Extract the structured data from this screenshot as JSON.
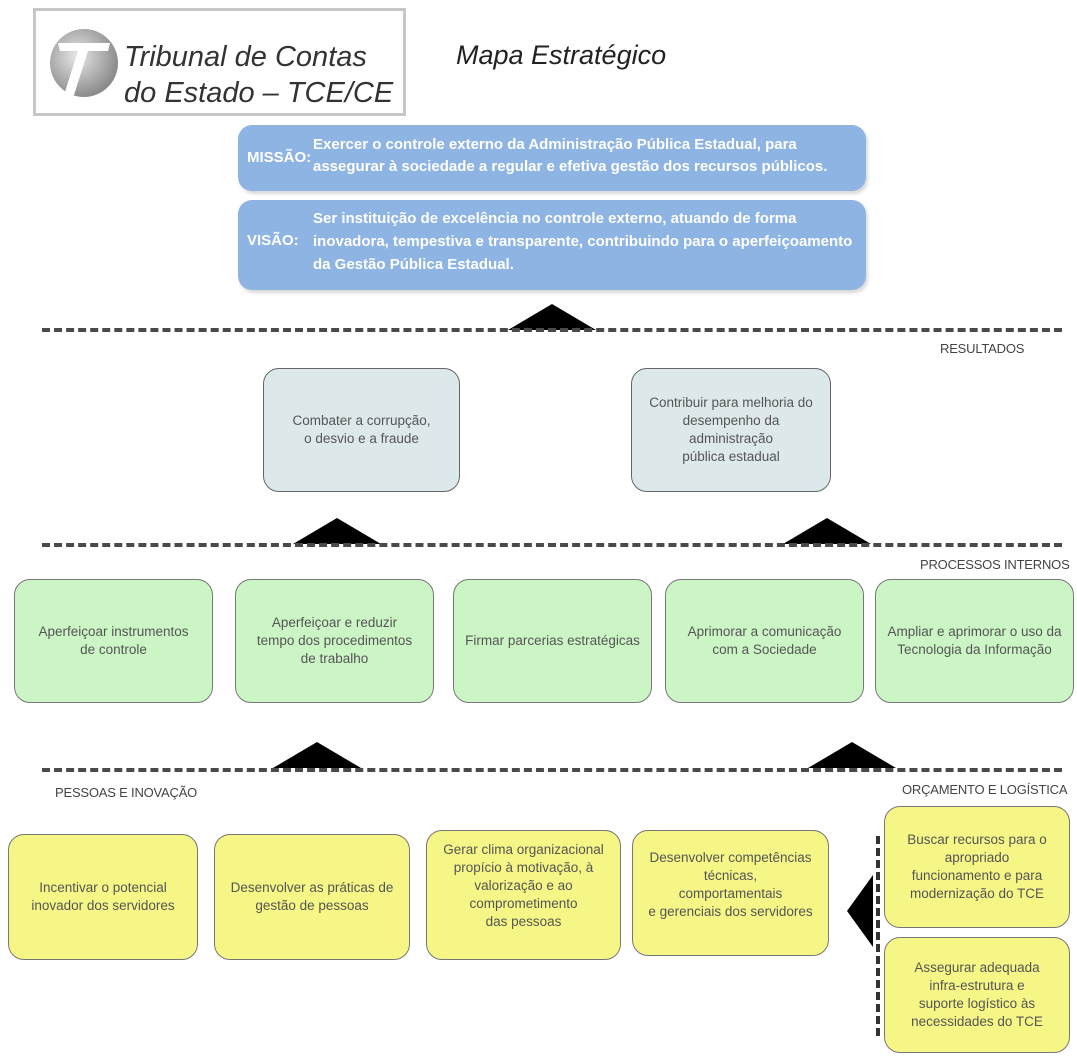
{
  "header": {
    "logo_line1": "Tribunal de Contas",
    "logo_line2": "do Estado – TCE/CE",
    "title": "Mapa Estratégico"
  },
  "mission": {
    "label": "MISSÃO:",
    "text_line1": "Exercer o controle externo da Administração Pública Estadual, para",
    "text_line2": "assegurar à sociedade a regular e efetiva gestão dos recursos públicos."
  },
  "vision": {
    "label": "VISÃO:",
    "text_line1": "Ser instituição de excelência no controle externo, atuando de forma",
    "text_line2": "inovadora, tempestiva e transparente, contribuindo para o aperfeiçoamento",
    "text_line3": "da Gestão Pública Estadual."
  },
  "sections": {
    "resultados": "RESULTADOS",
    "processos": "PROCESSOS INTERNOS",
    "pessoas": "PESSOAS E INOVAÇÃO",
    "orcamento": "ORÇAMENTO E LOGÍSTICA"
  },
  "resultados": [
    {
      "text": "Combater a corrupção,\no desvio e a fraude"
    },
    {
      "text": "Contribuir para melhoria do\ndesempenho da administração\npública estadual"
    }
  ],
  "processos": [
    {
      "text": "Aperfeiçoar instrumentos\nde controle"
    },
    {
      "text": "Aperfeiçoar e reduzir\ntempo dos procedimentos\nde trabalho"
    },
    {
      "text": "Firmar parcerias estratégicas"
    },
    {
      "text": "Aprimorar a comunicação\ncom a Sociedade"
    },
    {
      "text": "Ampliar e aprimorar o uso da\nTecnologia da Informação"
    }
  ],
  "pessoas": [
    {
      "text": "Incentivar o potencial\ninovador dos servidores"
    },
    {
      "text": "Desenvolver as práticas de\ngestão de pessoas"
    },
    {
      "text": "Gerar clima organizacional\npropício à motivação, à\nvalorização e ao\ncomprometimento\ndas pessoas"
    },
    {
      "text": "Desenvolver competências\ntécnicas,\ncomportamentais\ne gerenciais dos servidores"
    }
  ],
  "orcamento": [
    {
      "text": "Buscar recursos para o\napropriado\nfuncionamento e para\nmodernização do TCE"
    },
    {
      "text": "Assegurar adequada\ninfra-estrutura e\nsuporte logístico às\nnecessidades do TCE"
    }
  ],
  "colors": {
    "band": "#8eb4e3",
    "result_box": "#dde8ea",
    "process_box": "#ccf5c5",
    "people_box": "#f6f686"
  }
}
